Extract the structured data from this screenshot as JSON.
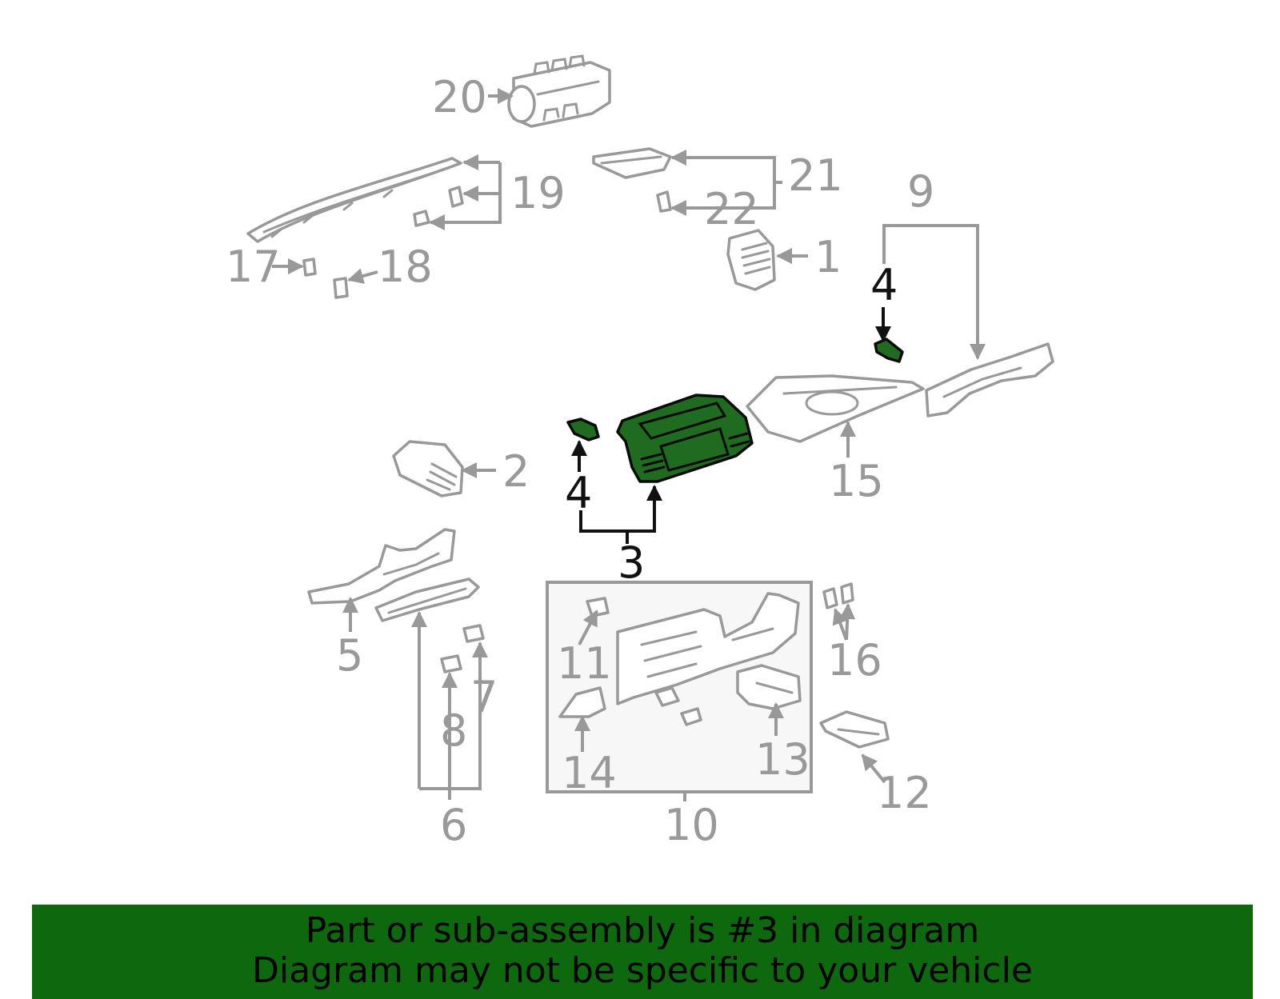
{
  "diagram": {
    "highlight_color": "#1f6b1f",
    "part_line_color": "#999999",
    "labels": {
      "p1": "1",
      "p2": "2",
      "p3": "3",
      "p4a": "4",
      "p4b": "4",
      "p5": "5",
      "p6": "6",
      "p7": "7",
      "p8": "8",
      "p9": "9",
      "p10": "10",
      "p11": "11",
      "p12": "12",
      "p13": "13",
      "p14": "14",
      "p15": "15",
      "p16": "16",
      "p17": "17",
      "p18": "18",
      "p19": "19",
      "p20": "20",
      "p21": "21",
      "p22": "22"
    }
  },
  "banner": {
    "background": "#0e690e",
    "line1": "Part or sub-assembly is #3 in diagram",
    "line2": "Diagram may not be specific to your vehicle"
  }
}
